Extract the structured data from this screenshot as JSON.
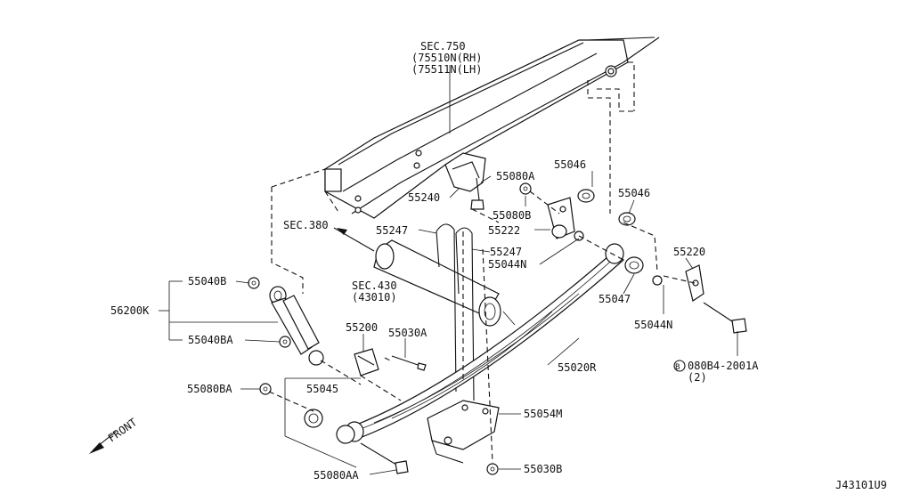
{
  "diagram_id": "J43101U9",
  "front_label": "FRONT",
  "refs": {
    "sec750": "SEC.750",
    "sec750_rh": "(75510N(RH)",
    "sec750_lh": "(75511N(LH)",
    "sec380": "SEC.380",
    "sec430": "SEC.430",
    "sec430_sub": "(43010)"
  },
  "parts": {
    "p55240": "55240",
    "p55080A": "55080A",
    "p55046a": "55046",
    "p55046b": "55046",
    "p55247a": "55247",
    "p55247b": "55247",
    "p55080B": "55080B",
    "p55222": "55222",
    "p55044Na": "55044N",
    "p55044Nb": "55044N",
    "p55220": "55220",
    "p55047": "55047",
    "p55040B": "55040B",
    "p56200K": "56200K",
    "p55040BA": "55040BA",
    "p55200": "55200",
    "p55030A": "55030A",
    "p55020R": "55020R",
    "p55080BA": "55080BA",
    "p55045": "55045",
    "p55054M": "55054M",
    "p55080AA": "55080AA",
    "p55030B": "55030B",
    "bolt_code": "080B4-2001A",
    "bolt_qty": "(2)",
    "bolt_circle": "B"
  }
}
